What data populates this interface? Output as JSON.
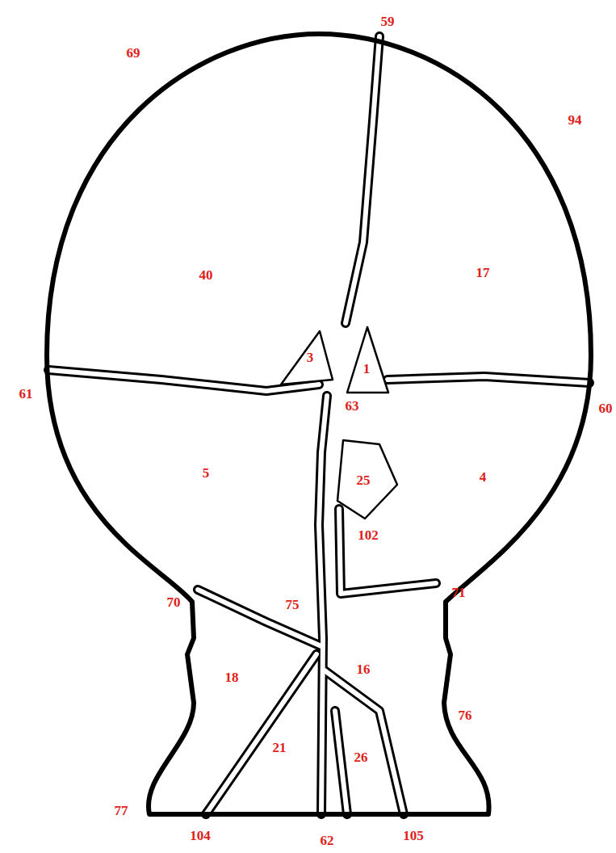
{
  "diagram": {
    "labels": [
      "59",
      "69",
      "94",
      "40",
      "17",
      "1",
      "3",
      "61",
      "63",
      "60",
      "5",
      "4",
      "25",
      "102",
      "70",
      "75",
      "71",
      "18",
      "16",
      "76",
      "21",
      "26",
      "77",
      "104",
      "62",
      "105"
    ]
  }
}
